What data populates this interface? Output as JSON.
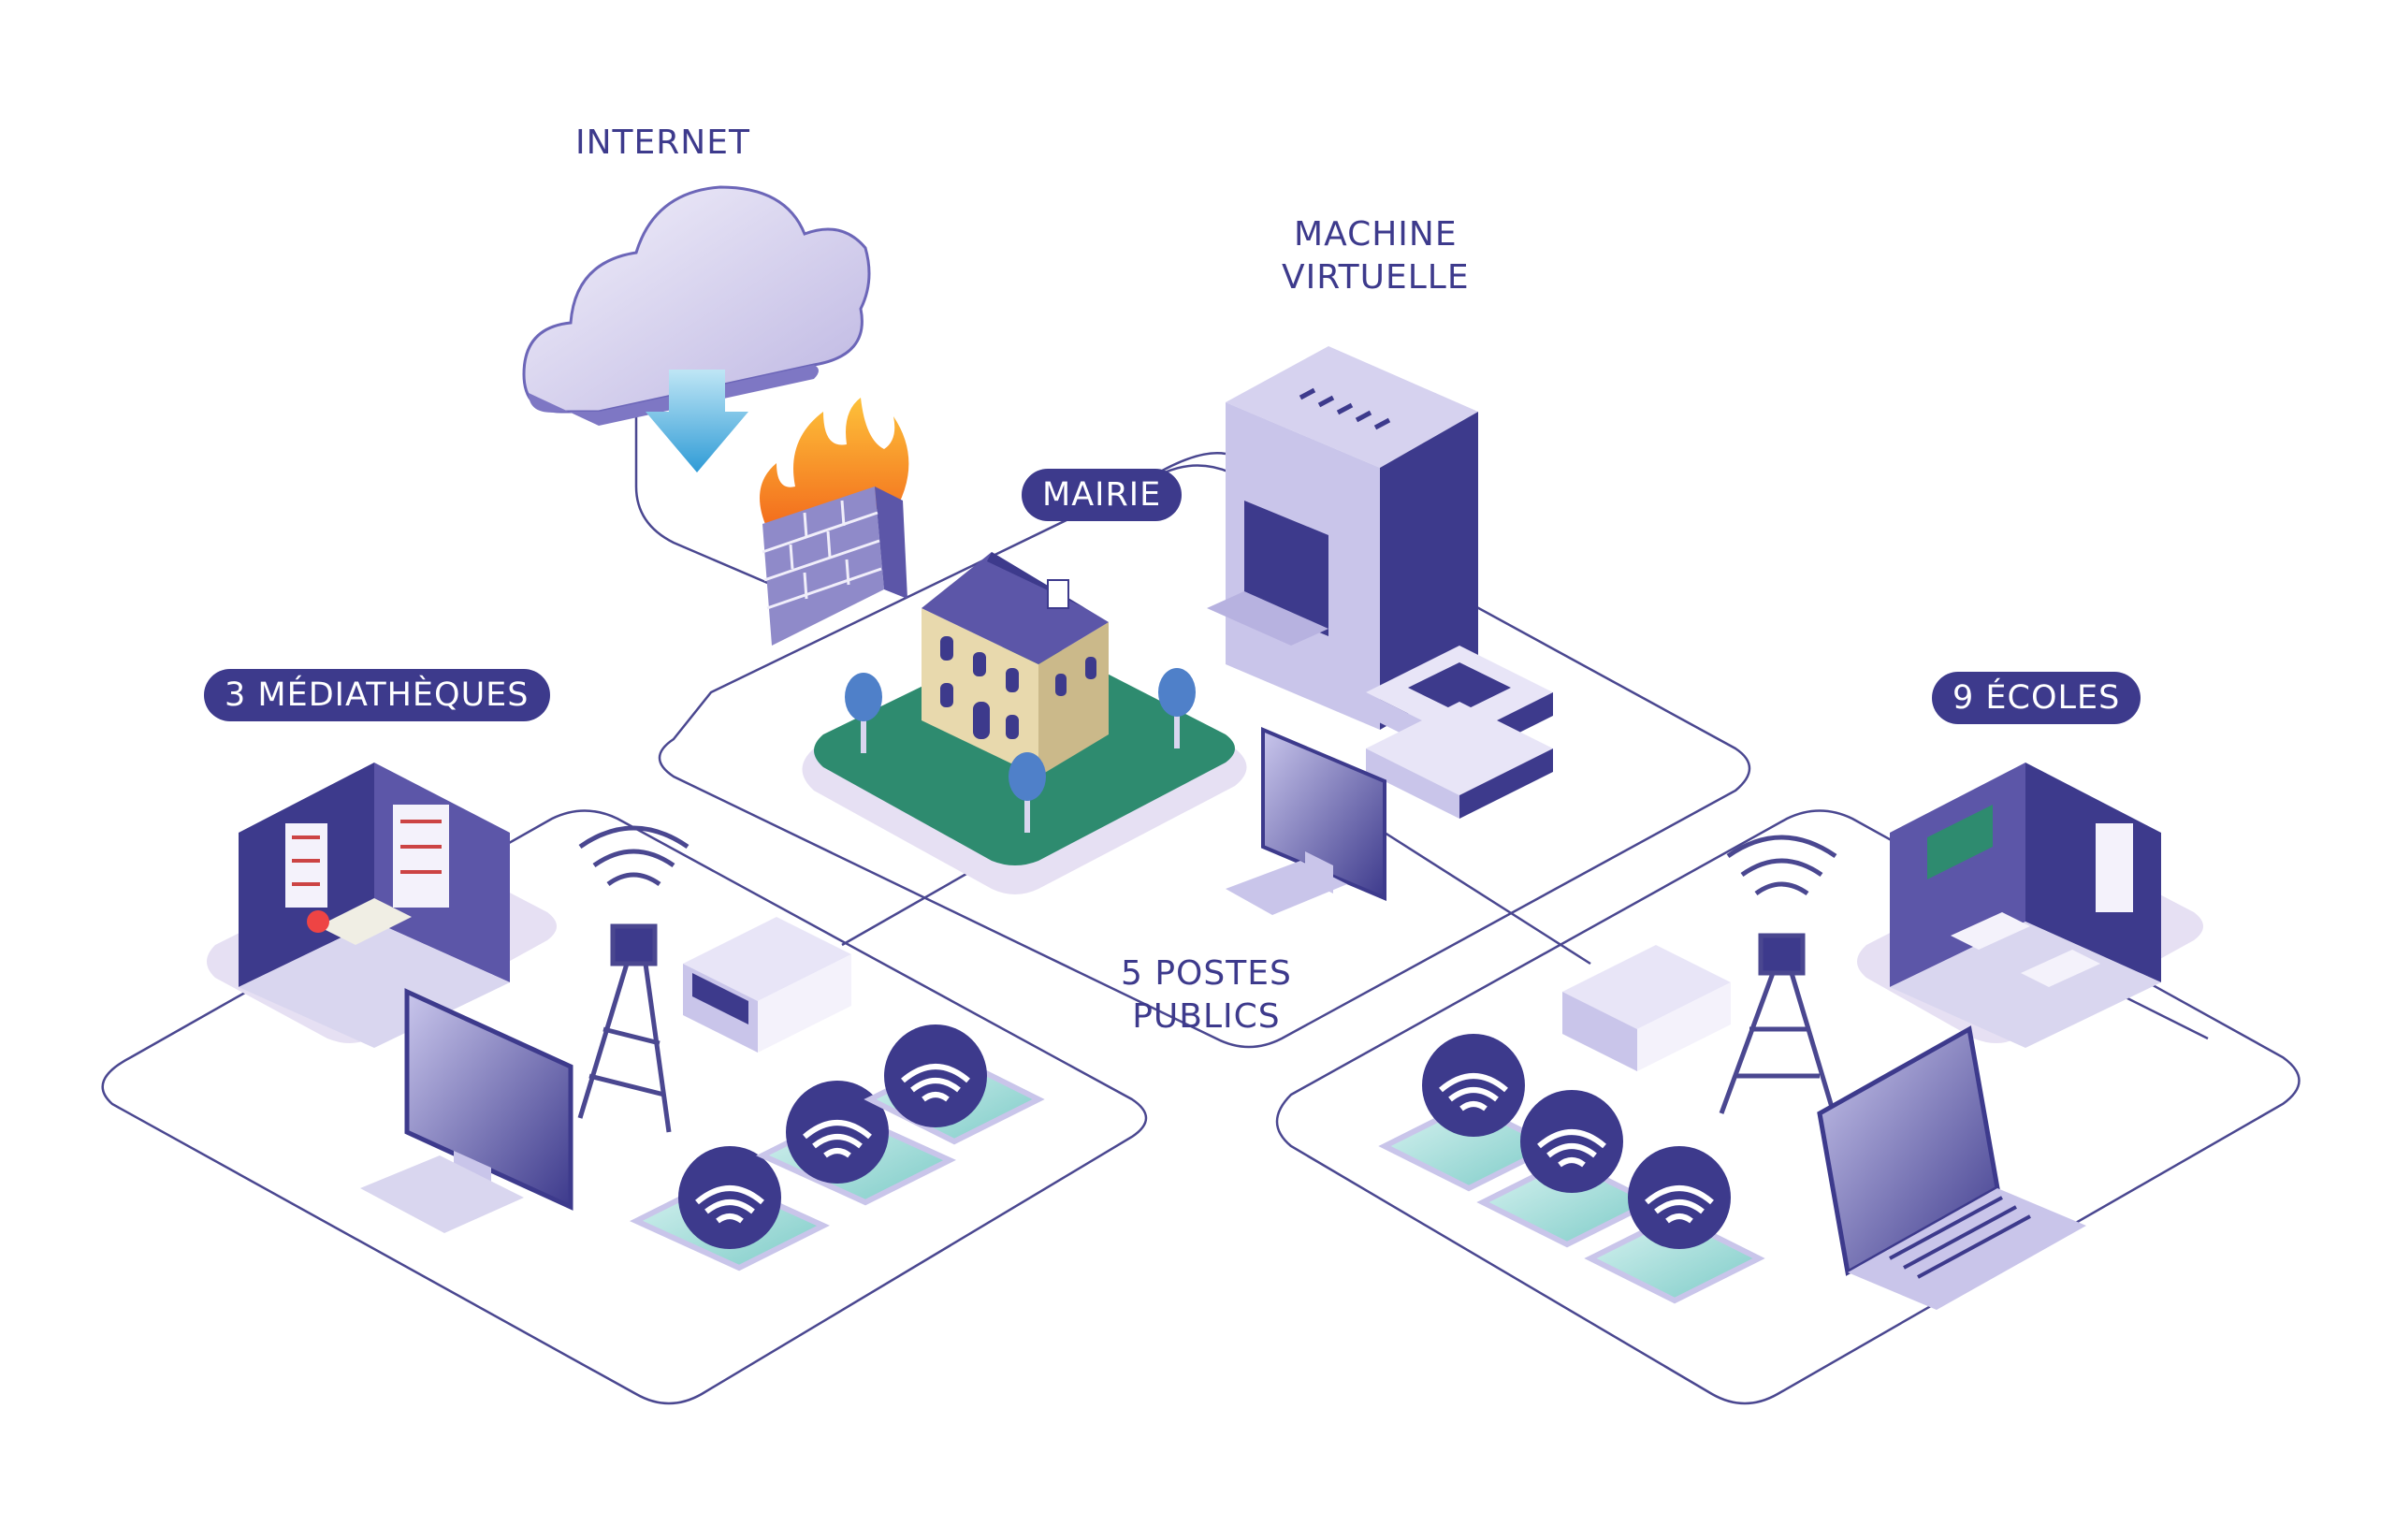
{
  "labels": {
    "internet": "INTERNET",
    "machine_line1": "MACHINE",
    "machine_line2": "VIRTUELLE",
    "mairie": "MAIRIE",
    "mediatheques": "3 MÉDIATHÈQUES",
    "ecoles": "9 ÉCOLES",
    "postes_line1": "5 POSTES",
    "postes_line2": "PUBLICS"
  },
  "colors": {
    "brand_dark": "#3d3a8c",
    "lavender": "#e9e4f4",
    "platform_green": "#2e8b6f",
    "teal": "#8fd3d0",
    "fire": "#f58a1f",
    "cloud_arrow": "#3fa6dc",
    "line": "#4a4790"
  }
}
